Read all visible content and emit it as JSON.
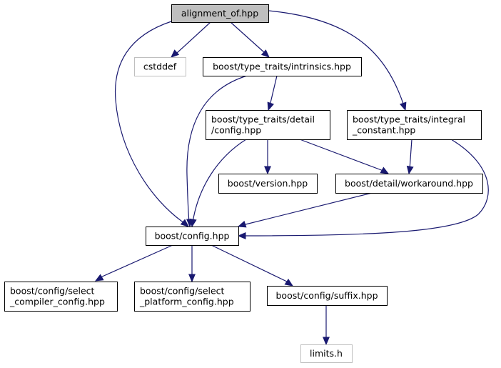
{
  "colors": {
    "edge": "#191970",
    "root_fill": "#bfbfbf",
    "node_fill": "#ffffff",
    "node_stroke": "#000000",
    "external_stroke": "#bfbfbf",
    "label": "#000000"
  },
  "nodes": [
    {
      "id": "alignment_of",
      "lines": [
        "alignment_of.hpp"
      ],
      "kind": "root"
    },
    {
      "id": "cstddef",
      "lines": [
        "cstddef"
      ],
      "kind": "external"
    },
    {
      "id": "intrinsics",
      "lines": [
        "boost/type_traits/intrinsics.hpp"
      ],
      "kind": "normal"
    },
    {
      "id": "detail_config",
      "lines": [
        "boost/type_traits/detail",
        "/config.hpp"
      ],
      "kind": "normal"
    },
    {
      "id": "integral_constant",
      "lines": [
        "boost/type_traits/integral",
        "_constant.hpp"
      ],
      "kind": "normal"
    },
    {
      "id": "version",
      "lines": [
        "boost/version.hpp"
      ],
      "kind": "normal"
    },
    {
      "id": "workaround",
      "lines": [
        "boost/detail/workaround.hpp"
      ],
      "kind": "normal"
    },
    {
      "id": "config",
      "lines": [
        "boost/config.hpp"
      ],
      "kind": "normal"
    },
    {
      "id": "select_compiler",
      "lines": [
        "boost/config/select",
        "_compiler_config.hpp"
      ],
      "kind": "normal"
    },
    {
      "id": "select_platform",
      "lines": [
        "boost/config/select",
        "_platform_config.hpp"
      ],
      "kind": "normal"
    },
    {
      "id": "suffix",
      "lines": [
        "boost/config/suffix.hpp"
      ],
      "kind": "normal"
    },
    {
      "id": "limits",
      "lines": [
        "limits.h"
      ],
      "kind": "external"
    }
  ],
  "edges": [
    {
      "from": "alignment_of",
      "to": "cstddef"
    },
    {
      "from": "alignment_of",
      "to": "intrinsics"
    },
    {
      "from": "alignment_of",
      "to": "integral_constant"
    },
    {
      "from": "alignment_of",
      "to": "config"
    },
    {
      "from": "intrinsics",
      "to": "detail_config"
    },
    {
      "from": "intrinsics",
      "to": "config"
    },
    {
      "from": "detail_config",
      "to": "version"
    },
    {
      "from": "detail_config",
      "to": "workaround"
    },
    {
      "from": "detail_config",
      "to": "config"
    },
    {
      "from": "integral_constant",
      "to": "workaround"
    },
    {
      "from": "integral_constant",
      "to": "config"
    },
    {
      "from": "workaround",
      "to": "config"
    },
    {
      "from": "config",
      "to": "select_compiler"
    },
    {
      "from": "config",
      "to": "select_platform"
    },
    {
      "from": "config",
      "to": "suffix"
    },
    {
      "from": "suffix",
      "to": "limits"
    }
  ]
}
